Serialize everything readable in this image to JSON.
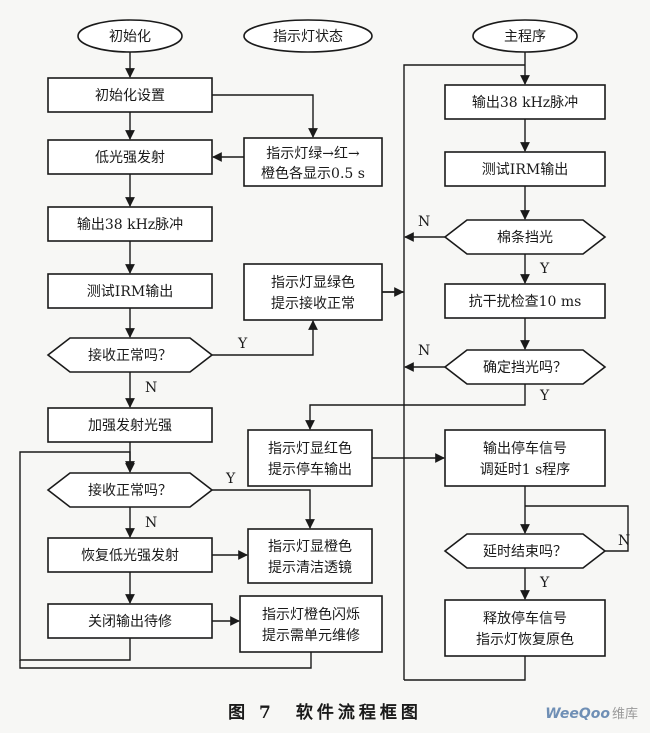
{
  "diagram": {
    "title": "图 7　软件流程框图",
    "watermark": {
      "brand": "WeeQoo",
      "site": "维库"
    },
    "terminals": {
      "init": "初始化",
      "led_state": "指示灯状态",
      "main": "主程序"
    },
    "left_column": {
      "init_setup": "初始化设置",
      "low_emit": "低光强发射",
      "output_pulse": "输出38 kHz脉冲",
      "test_irm": "测试IRM输出",
      "receive_ok_1": "接收正常吗？",
      "boost": "加强发射光强",
      "receive_ok_2": "接收正常吗？",
      "restore_low": "恢复低光强发射",
      "shutdown": "关闭输出待修"
    },
    "middle_column": {
      "led_cycle": [
        "指示灯绿→红→",
        "橙色各显示0.5 s"
      ],
      "led_green": [
        "指示灯显绿色",
        "提示接收正常"
      ],
      "led_red": [
        "指示灯显红色",
        "提示停车输出"
      ],
      "led_orange": [
        "指示灯显橙色",
        "提示清洁透镜"
      ],
      "led_flash": [
        "指示灯橙色闪烁",
        "提示需单元维修"
      ]
    },
    "right_column": {
      "output_pulse": "输出38 kHz脉冲",
      "test_irm": "测试IRM输出",
      "blocked": "棉条挡光",
      "anti_jam": "抗干扰检查10 ms",
      "confirm_blocked": "确定挡光吗？",
      "stop_signal": [
        "输出停车信号",
        "调延时1 s程序"
      ],
      "delay_done": "延时结束吗？",
      "release": [
        "释放停车信号",
        "指示灯恢复原色"
      ]
    },
    "branch_labels": {
      "yes": "Y",
      "no": "N"
    }
  }
}
